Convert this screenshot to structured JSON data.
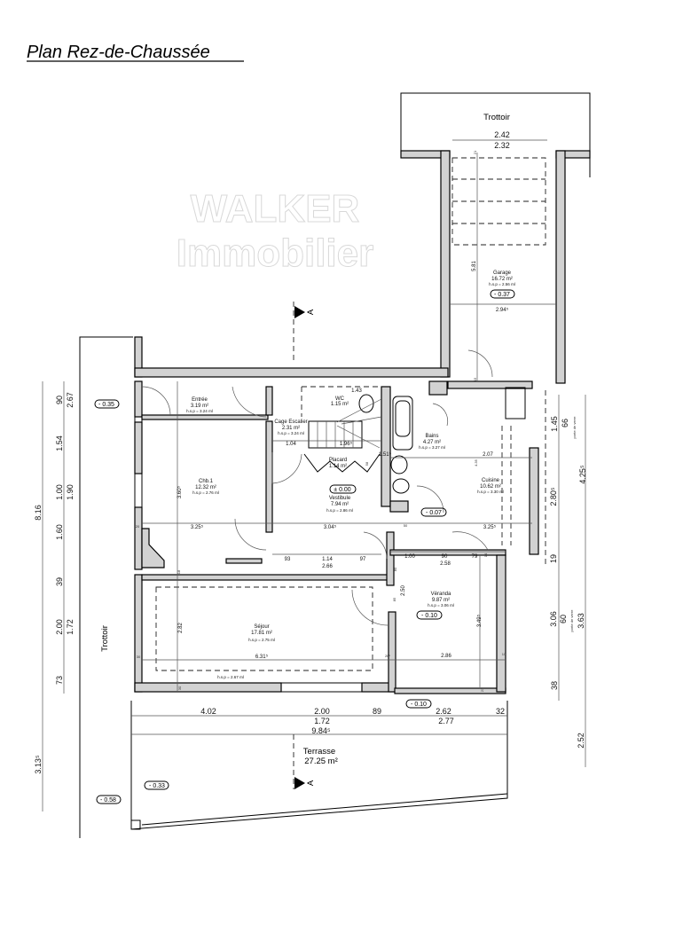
{
  "title": "Plan Rez-de-Chaussée",
  "watermark": {
    "line1": "WALKER",
    "line2": "Immobilier"
  },
  "labels": {
    "trottoir_top": "Trottoir",
    "trottoir_side": "Trottoir",
    "section_mark": "A"
  },
  "rooms": [
    {
      "name": "Entrée",
      "area": "3.19 m²",
      "hsp": "h.s.p = 3.24 ml"
    },
    {
      "name": "Cage Escalier",
      "area": "2.31 m²",
      "hsp": "h.s.p = 3.24 ml"
    },
    {
      "name": "WC",
      "area": "1.15 m²",
      "hsp": ""
    },
    {
      "name": "Placard",
      "area": "1.14 m²",
      "hsp": ""
    },
    {
      "name": "Vestibule",
      "area": "7.94 m²",
      "hsp": "h.s.p = 2.86 ml"
    },
    {
      "name": "Chb.1",
      "area": "12.32 m²",
      "hsp": "h.s.p = 2.76 ml"
    },
    {
      "name": "Bains",
      "area": "4.27 m²",
      "hsp": "h.s.p = 3.27 ml"
    },
    {
      "name": "Cuisine",
      "area": "10.62 m²",
      "hsp": "h.s.p = 3.30 ml"
    },
    {
      "name": "Garage",
      "area": "16.72 m²",
      "hsp": "h.s.p = 2.56 ml"
    },
    {
      "name": "Séjour",
      "area": "17.81 m²",
      "hsp": "h.s.p = 2.75 ml",
      "hsp2": "h.s.p = 2.67 ml"
    },
    {
      "name": "Véranda",
      "area": "9.87 m²",
      "hsp": "h.s.p = 3.06 ml"
    },
    {
      "name": "Terrasse",
      "area": "27.25 m²",
      "hsp": ""
    }
  ],
  "levels": [
    "± 0.00",
    "- 0.07",
    "- 0.37",
    "- 0.10",
    "- 0.35",
    "- 0.58",
    "- 0.33",
    "- 0.10"
  ],
  "dims": [
    "2.42",
    "2.32",
    "21",
    "5.81",
    "2.94⁵",
    "15",
    "1.43",
    "1.04",
    "1.96⁵",
    "58",
    "3.60⁵",
    "3.25⁵",
    "20",
    "3.04⁵",
    "50",
    "1.51⁵",
    "2.07",
    "4.35",
    "3.25⁵",
    "1.00",
    "90",
    "2.58",
    "79",
    "93",
    "1.14",
    "2.66",
    "97",
    "18",
    "2.50",
    "2.82",
    "6.31⁵",
    "30",
    "26⁵",
    "2.86",
    "10",
    "3.49⁵",
    "30",
    "23",
    "4.02",
    "2.00",
    "89",
    "2.62",
    "32",
    "1.72",
    "2.77",
    "9.84⁵",
    "14",
    "80",
    "85"
  ],
  "left_dims": [
    "8.16",
    "3.13⁵",
    "90",
    "2.67",
    "1.54",
    "1.00",
    "1.90",
    "1.60",
    "39",
    "2.00",
    "1.72",
    "73"
  ],
  "right_dims": [
    "1.45",
    "66",
    "porte de verre",
    "4.25⁵",
    "2.80⁵",
    "19",
    "3.06",
    "60",
    "porte de verre",
    "3.63",
    "38",
    "2.52"
  ]
}
